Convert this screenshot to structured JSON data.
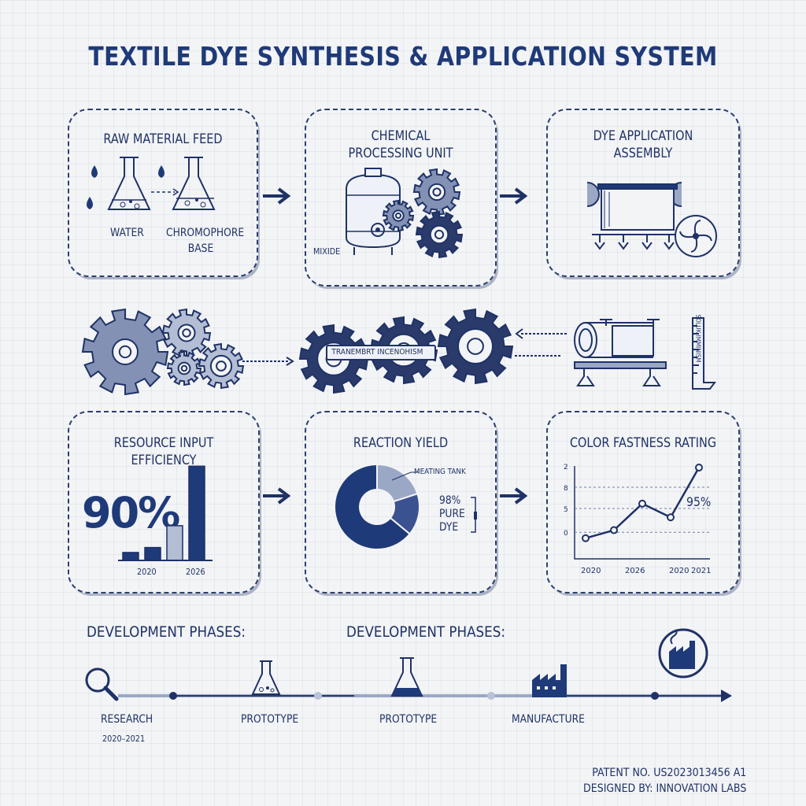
{
  "title": "TEXTILE DYE SYNTHESIS & APPLICATION SYSTEM",
  "top_panels": [
    {
      "title": "RAW MATERIAL FEED",
      "labels": [
        "WATER",
        "CHROMOPHORE BASE"
      ]
    },
    {
      "title": "CHEMICAL PROCESSING UNIT",
      "labels": [
        "MIXIDE"
      ]
    },
    {
      "title": "DYE APPLICATION ASSEMBLY",
      "labels": []
    }
  ],
  "mechanism": {
    "center_label": "TRANEMBRT INCENOHISM",
    "gauge_label": "SOLUK IMMINISM"
  },
  "metrics": {
    "resource": {
      "title": "RESOURCE INPUT EFFICIENCY",
      "value": "90%",
      "years": [
        "2020",
        "2026"
      ]
    },
    "yield": {
      "title": "REACTION YIELD",
      "callout": "MEATING TANK",
      "value_lines": [
        "98%",
        "PURE",
        "DYE"
      ]
    },
    "fastness": {
      "title": "COLOR FASTNESS RATING",
      "value": "95%",
      "yticks": [
        "2",
        "8",
        "5",
        "0"
      ],
      "xticks": [
        "2020",
        "2026",
        "2020",
        "2021"
      ]
    }
  },
  "chart_data": [
    {
      "type": "bar",
      "title": "RESOURCE INPUT EFFICIENCY",
      "categories": [
        "2020",
        "",
        "",
        "2026"
      ],
      "values": [
        0.08,
        0.13,
        0.35,
        0.95
      ]
    },
    {
      "type": "pie",
      "title": "REACTION YIELD",
      "labels": [
        "MEATING TANK",
        "",
        ""
      ],
      "values": [
        0.2,
        0.16,
        0.64
      ]
    },
    {
      "type": "line",
      "title": "COLOR FASTNESS RATING",
      "x": [
        0,
        1,
        2,
        3,
        4
      ],
      "y": [
        0.12,
        0.22,
        0.55,
        0.38,
        1.0
      ],
      "xticks": [
        "2020",
        "2026",
        "2020",
        "2021"
      ],
      "yticks": [
        "2",
        "8",
        "5",
        "0"
      ]
    }
  ],
  "phases": {
    "heading_left": "DEVELOPMENT PHASES:",
    "heading_right": "DEVELOPMENT PHASES:",
    "items": [
      {
        "label": "RESEARCH",
        "sub": "2020–2021"
      },
      {
        "label": "PROTOTYPE",
        "sub": ""
      },
      {
        "label": "PROTOTYPE",
        "sub": ""
      },
      {
        "label": "MANUFACTURE",
        "sub": ""
      }
    ]
  },
  "footer": {
    "patent": "PATENT NO. US2023013456 A1",
    "designed": "DESIGNED BY: INNOVATION LABS"
  },
  "colors": {
    "ink": "#1f3266",
    "navy": "#1f3a78",
    "light": "#9aa8c6",
    "steel": "#6f7fa8"
  }
}
